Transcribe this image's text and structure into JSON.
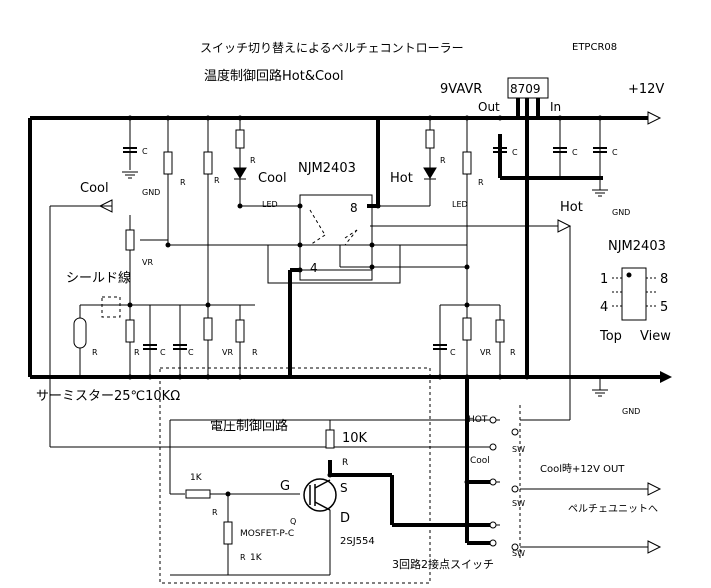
{
  "header": {
    "title_line1": "スイッチ切り替えによるペルチェコントローラー",
    "title_line2": "温度制御回路Hot&Cool",
    "code": "ETPCR08"
  },
  "power": {
    "regulator_label": "9VAVR",
    "regulator_part": "8709",
    "out_label": "Out",
    "in_label": "In",
    "supply": "+12V"
  },
  "labels": {
    "gnd": "GND",
    "c": "C",
    "r": "R",
    "vr": "VR",
    "led": "LED",
    "cool": "Cool",
    "hot": "Hot",
    "hot_caps": "HOT",
    "ic": "NJM2403",
    "pin8": "8",
    "pin4": "4",
    "shield": "シールド線",
    "thermistor": "サーミスター25℃10KΩ",
    "voltage_block": "電圧制御回路",
    "r10k": "10K",
    "r1k": "1K",
    "gate": "G",
    "source": "S",
    "drain": "D",
    "mosfet": "MOSFET-P-C",
    "q": "Q",
    "part": "2SJ554",
    "switch": "3回路2接点スイッチ",
    "sw": "SW",
    "cool_out": "Cool時+12V OUT",
    "peltier": "ペルチェユニットへ"
  },
  "pinout": {
    "title": "NJM2403",
    "pins": [
      "1",
      "4",
      "8",
      "5"
    ],
    "top": "Top",
    "view": "View"
  },
  "colors": {
    "ink": "#000000",
    "background": "#ffffff"
  }
}
